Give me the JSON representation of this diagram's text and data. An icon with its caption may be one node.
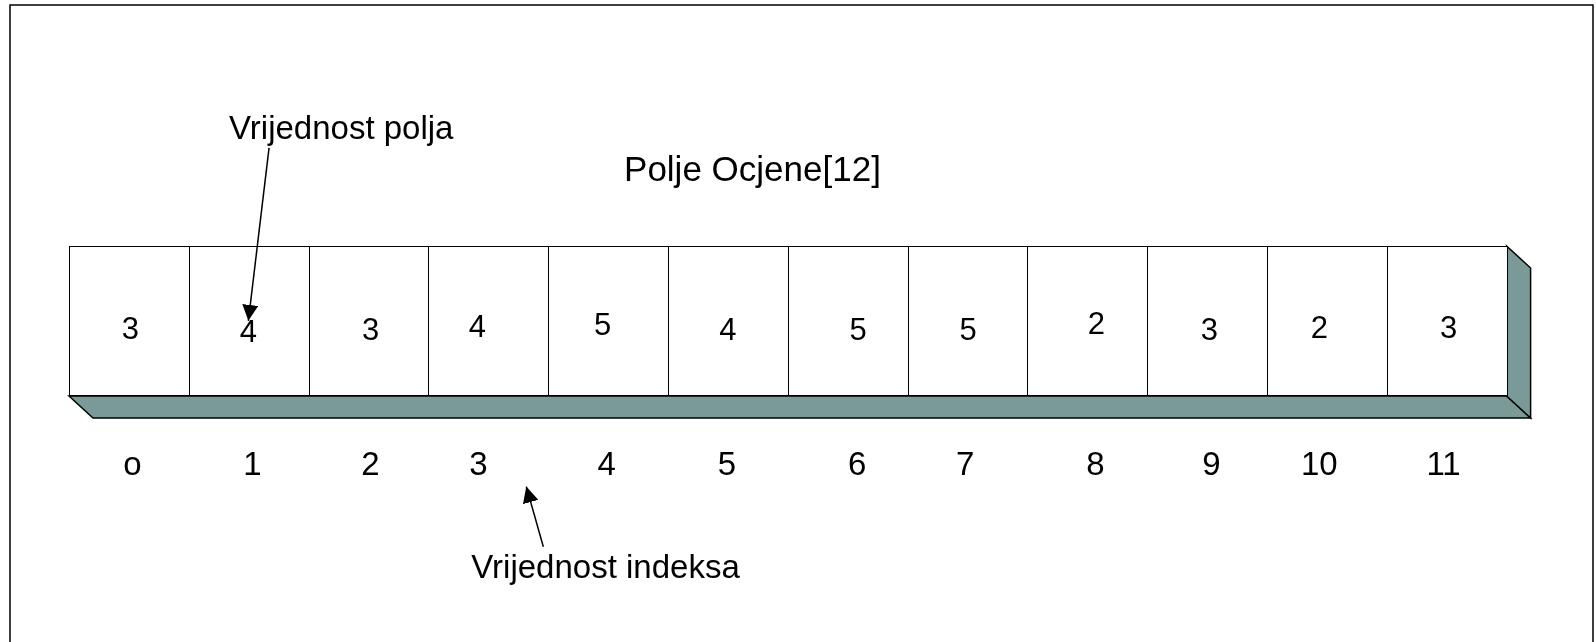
{
  "diagram": {
    "title": "Polje Ocjene[12]",
    "nodes": [
      {
        "text": [
          "3"
        ]
      },
      {
        "text": [
          "4"
        ]
      },
      {
        "text": [
          "3"
        ]
      },
      {
        "text": [
          "4"
        ]
      },
      {
        "text": [
          "5"
        ]
      },
      {
        "text": [
          "4"
        ]
      },
      {
        "text": [
          "5"
        ]
      },
      {
        "text": [
          "5"
        ]
      },
      {
        "text": [
          "2"
        ]
      },
      {
        "text": [
          "3"
        ]
      },
      {
        "text": [
          "2"
        ]
      },
      {
        "text": [
          "3"
        ]
      },
      {
        "text": [
          "Vrijednost polja"
        ]
      },
      {
        "text": [
          "Vrijednost indeksa"
        ]
      }
    ],
    "edges": [
      {
        "from": 12,
        "to": 1,
        "arrow": "to"
      },
      {
        "from": 13,
        "to": null,
        "arrow": "to"
      }
    ],
    "labels": [
      "o",
      "1",
      "2",
      "3",
      "4",
      "5",
      "6",
      "7",
      "8",
      "9",
      "10",
      "11"
    ]
  }
}
